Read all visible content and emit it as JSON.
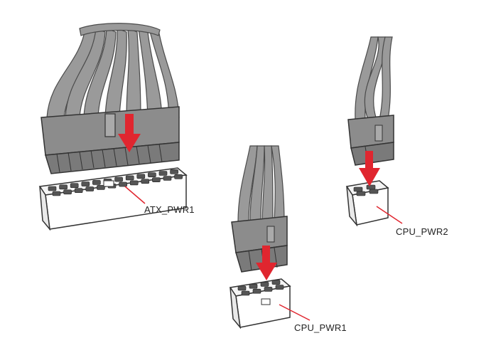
{
  "diagram": {
    "connectors": [
      {
        "id": "atx",
        "label": "ATX_PWR1"
      },
      {
        "id": "cpu1",
        "label": "CPU_PWR1"
      },
      {
        "id": "cpu2",
        "label": "CPU_PWR2"
      }
    ]
  },
  "colors": {
    "wire": "#9a9a9a",
    "wire_stroke": "#4a4a4a",
    "plug": "#8c8c8c",
    "header_fill": "#ffffff",
    "pin": "#555555",
    "arrow": "#e0262f",
    "leader": "#e0262f",
    "outline": "#333333"
  },
  "icons": [
    "red-down-arrow-icon"
  ]
}
